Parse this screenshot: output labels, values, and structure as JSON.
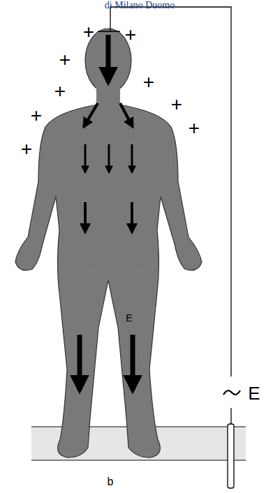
{
  "diagram": {
    "labels": [
      "di Milano Duomo",
      "+",
      "+",
      "+",
      "+",
      "+",
      "+",
      "+",
      "+",
      "+",
      "E",
      "E",
      "b"
    ]
  }
}
